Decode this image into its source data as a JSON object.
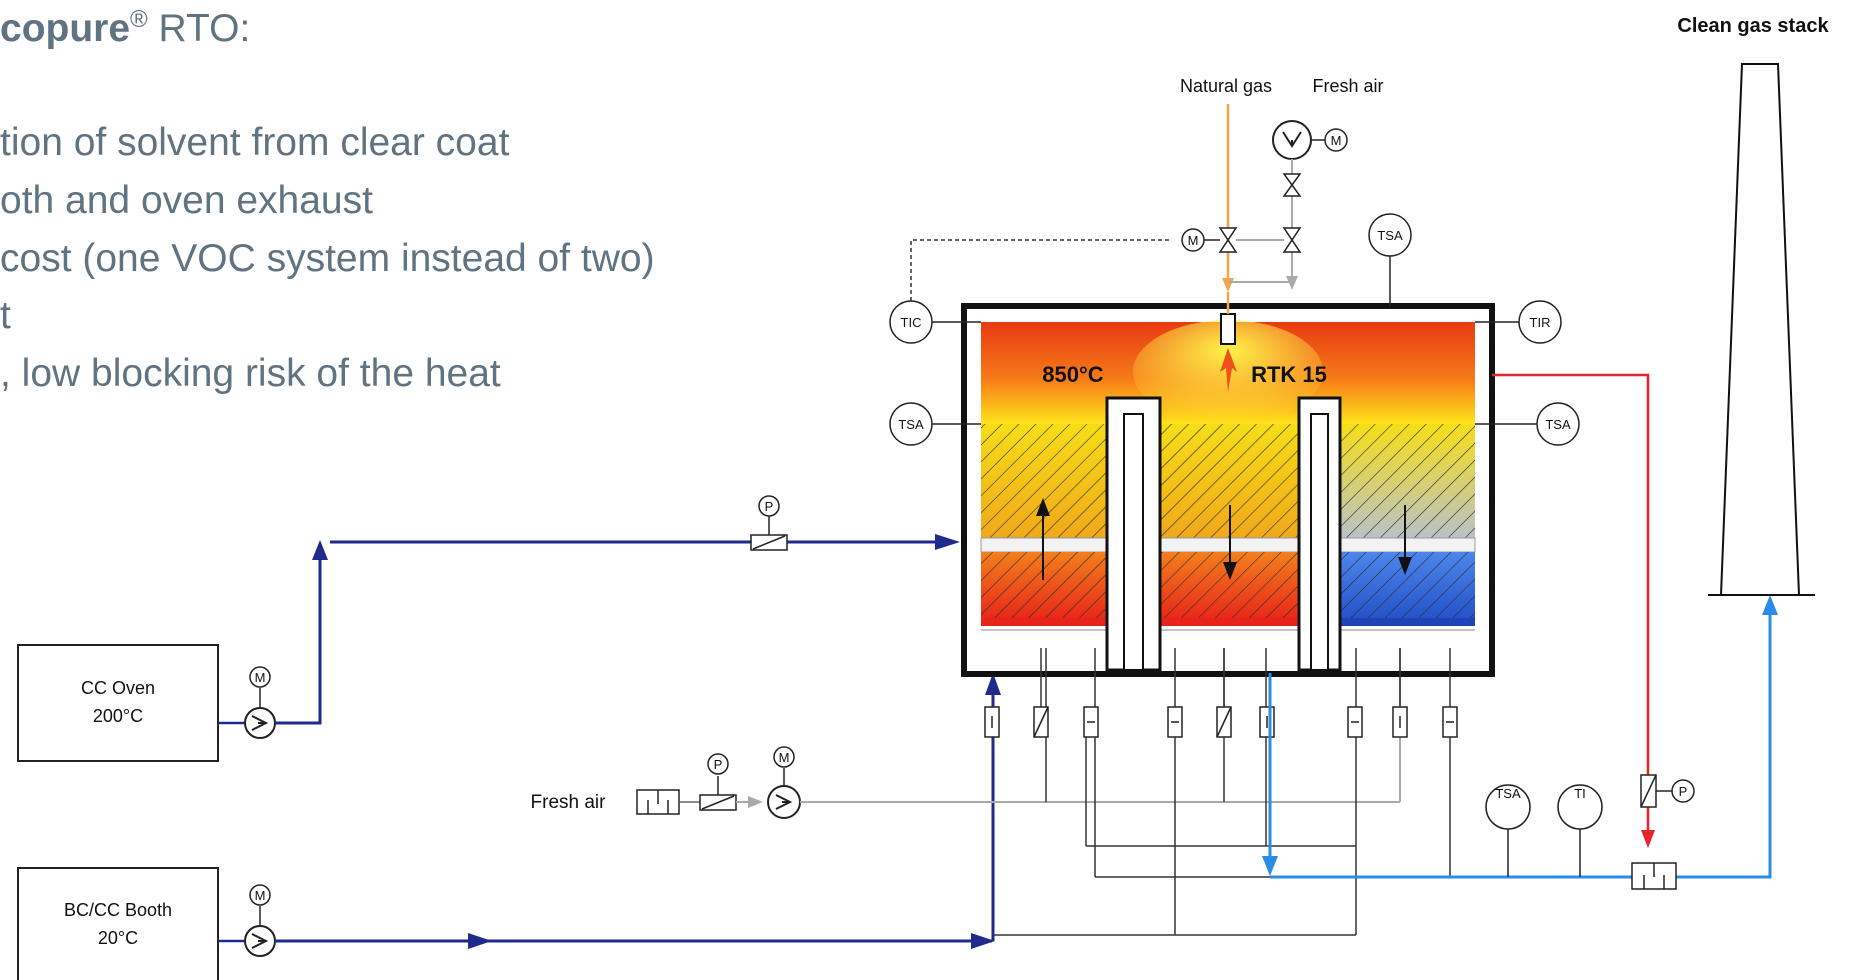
{
  "slide": {
    "title_brand": "copure",
    "title_reg": "®",
    "title_rest": " RTO:",
    "bullets": [
      "tion of solvent from clear coat",
      "oth and oven exhaust",
      "cost (one VOC system instead of two)",
      "t",
      ", low blocking risk of the heat"
    ]
  },
  "diagram": {
    "stack_label": "Clean gas stack",
    "natural_gas_label": "Natural gas",
    "fresh_air_top_label": "Fresh air",
    "fresh_air_mid_label": "Fresh air",
    "oven_label_1": "CC Oven",
    "oven_label_2": "200°C",
    "booth_label_1": "BC/CC Booth",
    "booth_label_2": "20°C",
    "temperature_label": "850°C",
    "unit_label": "RTK 15",
    "instruments": {
      "tic": "TIC",
      "tir": "TIR",
      "tsa": "TSA",
      "ti": "TI",
      "p": "P",
      "m": "M"
    },
    "colors": {
      "line_dark_blue": "#1f2a8c",
      "line_light_blue": "#2a8ce6",
      "line_red": "#e8212a",
      "natural_gas_line": "#f2a64a",
      "chamber_top": "#ffe31a",
      "chamber_bottom": "#e83a12",
      "bed_yellow": "#f4e21a",
      "bed_orange": "#ef5a1c",
      "bed_blue": "#3c6fe0"
    }
  }
}
